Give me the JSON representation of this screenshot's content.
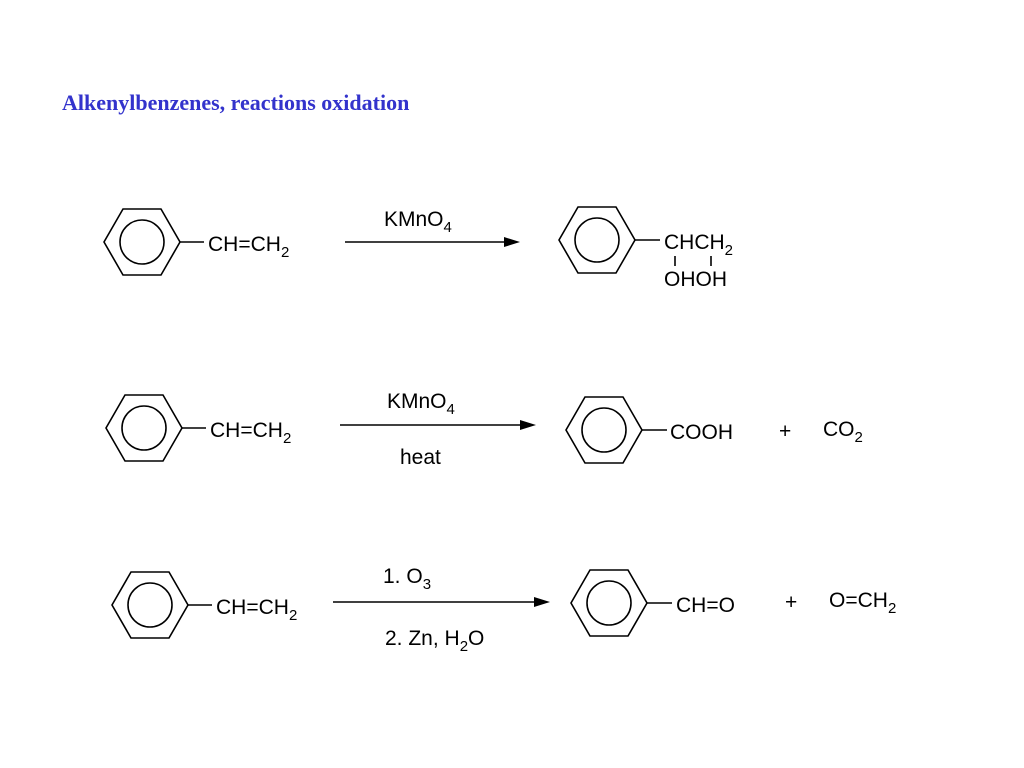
{
  "slide": {
    "title": "Alkenylbenzenes, reactions oxidation",
    "title_color": "#3333cc"
  },
  "reactions": [
    {
      "reactant": {
        "main": "CH=CH",
        "sub": "2"
      },
      "reagent_above": {
        "main": "KMnO",
        "sub": "4"
      },
      "product": {
        "top": {
          "main": "CHCH",
          "sub": "2"
        },
        "bottom": "OHOH"
      }
    },
    {
      "reactant": {
        "main": "CH=CH",
        "sub": "2"
      },
      "reagent_above": {
        "main": "KMnO",
        "sub": "4"
      },
      "reagent_below": "heat",
      "product": {
        "main": "COOH"
      },
      "plus": "+",
      "byproduct": {
        "main": "CO",
        "sub": "2"
      }
    },
    {
      "reactant": {
        "main": "CH=CH",
        "sub": "2"
      },
      "reagent_above": {
        "main": "1.  O",
        "sub": "3"
      },
      "reagent_below": {
        "pre": "2.  Zn, H",
        "sub": "2",
        "post": "O"
      },
      "product": {
        "main": "CH=O"
      },
      "plus": "+",
      "byproduct": {
        "main": "O=CH",
        "sub": "2"
      }
    }
  ]
}
